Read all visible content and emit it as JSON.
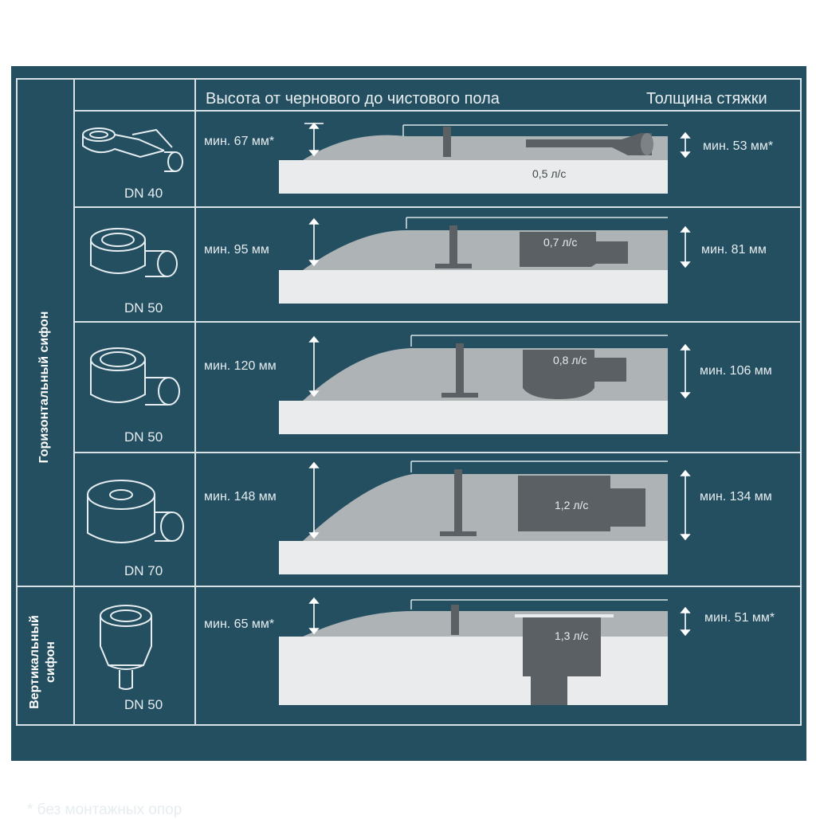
{
  "header": {
    "height_label": "Высота от чернового до чистового пола",
    "screed_label": "Толщина стяжки"
  },
  "groups": {
    "horizontal": "Горизонтальный сифон",
    "vertical_line1": "Вертикальный",
    "vertical_line2": "сифон"
  },
  "rows": [
    {
      "dn": "DN 40",
      "height": "мин. 67 мм*",
      "screed": "мин. 53 мм*",
      "flow": "0,5 л/с"
    },
    {
      "dn": "DN 50",
      "height": "мин. 95 мм",
      "screed": "мин. 81 мм",
      "flow": "0,7 л/с"
    },
    {
      "dn": "DN 50",
      "height": "мин. 120 мм",
      "screed": "мин. 106 мм",
      "flow": "0,8 л/с"
    },
    {
      "dn": "DN 70",
      "height": "мин. 148 мм",
      "screed": "мин. 134 мм",
      "flow": "1,2 л/с"
    },
    {
      "dn": "DN 50",
      "height": "мин. 65 мм*",
      "screed": "мин. 51 мм*",
      "flow": "1,3 л/с"
    }
  ],
  "footnote": "* без монтажных опор",
  "colors": {
    "background": "#244f60",
    "slab": "#e9ebec",
    "screed": "#aeb3b6",
    "siphon": "#5b6064",
    "lines": "#d9e3e7"
  },
  "icons": [
    "siphon-dn40-icon",
    "siphon-dn50-icon",
    "siphon-dn50-large-icon",
    "siphon-dn70-icon",
    "siphon-vertical-dn50-icon"
  ]
}
